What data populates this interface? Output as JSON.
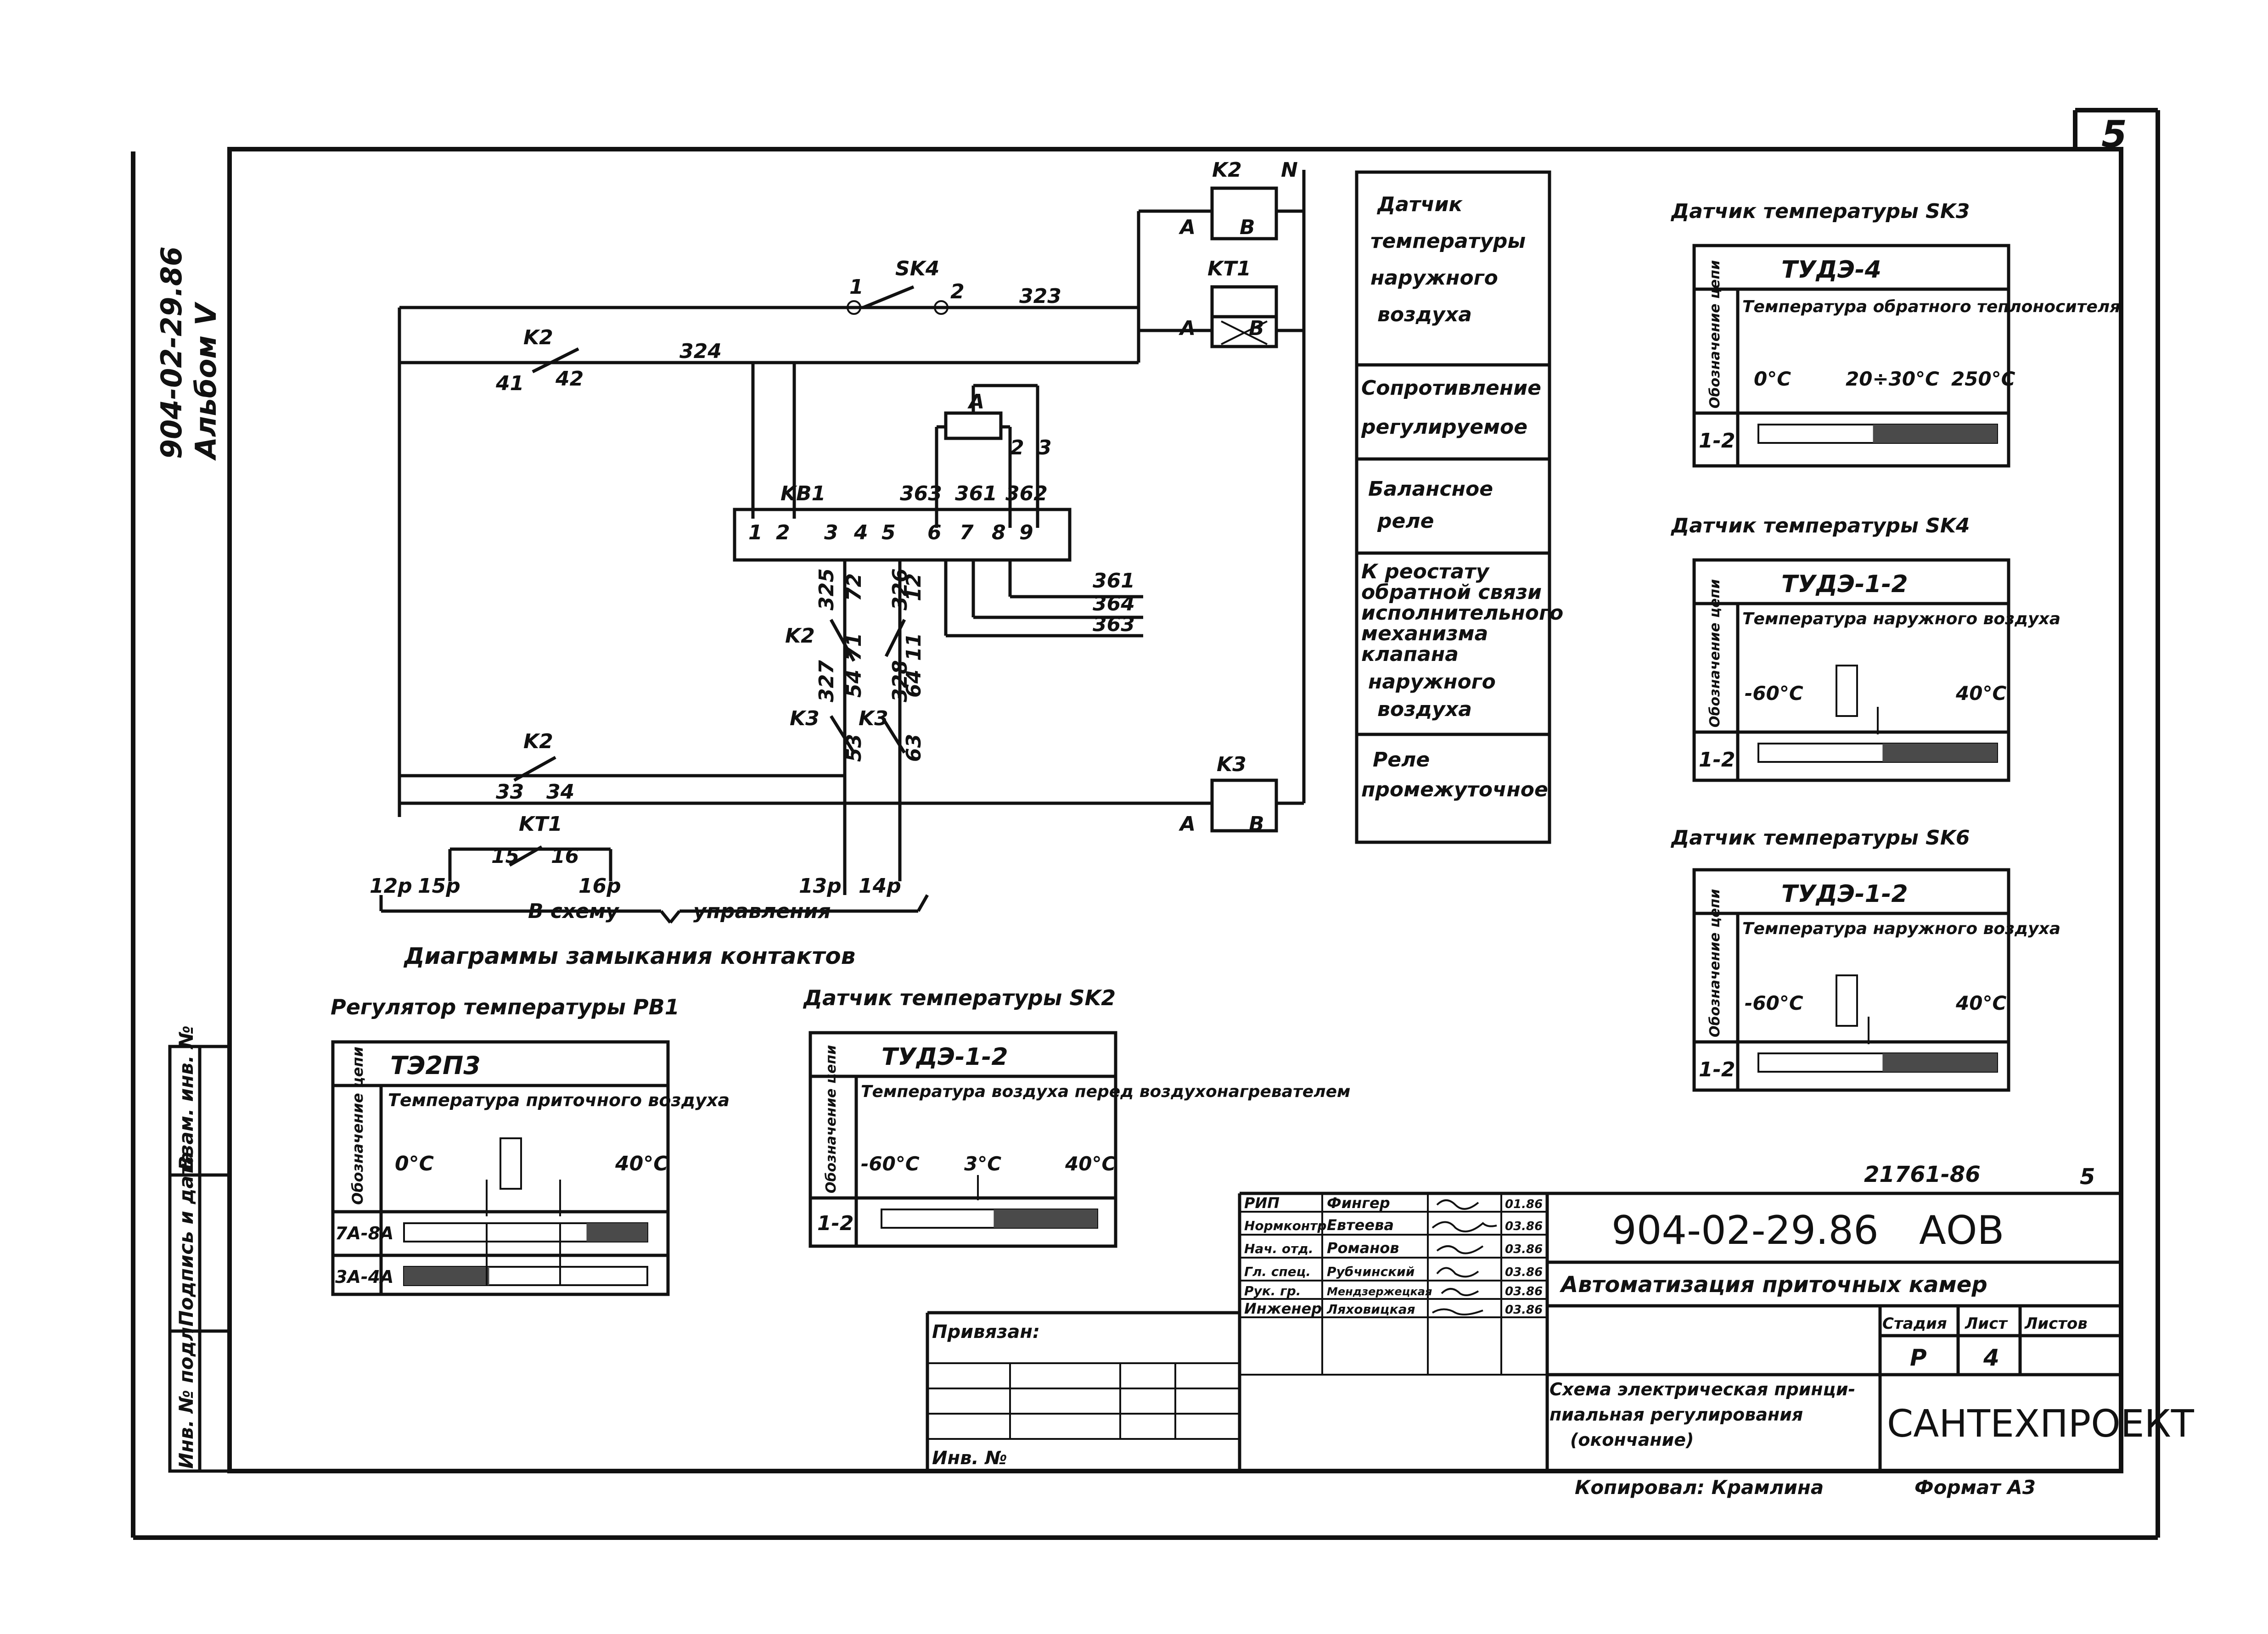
{
  "album": {
    "code": "904-02-29.86",
    "album_label": "Альбом V",
    "sheet_corner_number": "5"
  },
  "schematic": {
    "labels": {
      "K2_top": "K2",
      "N": "N",
      "A1": "A",
      "B1": "B",
      "KT1_top": "KT1",
      "A2": "A",
      "B2": "B",
      "SK4": "SK4",
      "sk4_1": "1",
      "sk4_2": "2",
      "w323": "323",
      "K2_left": "K2",
      "n41": "41",
      "n42": "42",
      "w324": "324",
      "n_A_r": "A",
      "n2": "2",
      "n3": "3",
      "KB1": "KB1",
      "w363a": "363",
      "w361a": "361",
      "w362": "362",
      "t1": "1",
      "t2": "2",
      "t3": "3",
      "t4": "4",
      "t5": "5",
      "t6": "6",
      "t7": "7",
      "t8": "8",
      "t9": "9",
      "w325": "325",
      "w326": "326",
      "n72": "72",
      "n12": "12",
      "K2_mid": "K2",
      "n71": "71",
      "n11": "11",
      "w327": "327",
      "w328": "328",
      "n54": "54",
      "n64": "64",
      "K3_a": "K3",
      "K3_b": "K3",
      "n53": "53",
      "n63": "63",
      "w361b": "361",
      "w364": "364",
      "w363b": "363",
      "K2_low": "K2",
      "n33": "33",
      "n34": "34",
      "K3_coil": "K3",
      "A3": "A",
      "B3": "B",
      "KT1_low": "KT1",
      "n15": "15",
      "n16": "16",
      "p12": "12р",
      "p15": "15р",
      "p16": "16р",
      "p13": "13р",
      "p14": "14р",
      "scheme_note_1": "В схему",
      "scheme_note_2": "управления"
    }
  },
  "legend_rows": [
    {
      "lines": [
        "Датчик",
        "температуры",
        "наружного",
        "воздуха"
      ]
    },
    {
      "lines": [
        "Сопротивление",
        "регулируемое"
      ]
    },
    {
      "lines": [
        "Балансное",
        "реле"
      ]
    },
    {
      "lines": [
        "К реостату",
        "обратной связи",
        "исполнительного",
        "механизма",
        "клапана",
        "наружного",
        "воздуха"
      ]
    },
    {
      "lines": [
        "Реле",
        "промежуточное"
      ]
    }
  ],
  "contact_diagrams_title": "Диаграммы замыкания контактов",
  "diagrams": {
    "pb1": {
      "heading": "Регулятор температуры РВ1",
      "device": "ТЭ2П3",
      "col_header": "Обозначение цепи",
      "param": "Температура приточного воздуха",
      "scale": [
        "0°С",
        "40°С"
      ],
      "rows": [
        {
          "circuit": "7А-8А",
          "closed": [
            0.75,
            1.0
          ]
        },
        {
          "circuit": "3А-4А",
          "closed": [
            0.0,
            0.35
          ]
        }
      ]
    },
    "sk2": {
      "heading": "Датчик температуры SK2",
      "device": "ТУДЭ-1-2",
      "col_header": "Обозначение цепи",
      "param": "Температура воздуха перед воздухонагревателем",
      "scale": [
        "-60°С",
        "3°С",
        "40°С"
      ],
      "rows": [
        {
          "circuit": "1-2",
          "closed": [
            0.52,
            1.0
          ]
        }
      ]
    },
    "sk3": {
      "heading": "Датчик температуры SK3",
      "device": "ТУДЭ-4",
      "col_header": "Обозначение цепи",
      "param": "Температура обратного теплоносителя",
      "scale": [
        "0°С",
        "20÷30°С",
        "250°С"
      ],
      "rows": [
        {
          "circuit": "1-2",
          "closed": [
            0.48,
            1.0
          ]
        }
      ]
    },
    "sk4": {
      "heading": "Датчик температуры SK4",
      "device": "ТУДЭ-1-2",
      "col_header": "Обозначение цепи",
      "param": "Температура наружного воздуха",
      "scale": [
        "-60°С",
        "40°С"
      ],
      "rows": [
        {
          "circuit": "1-2",
          "closed": [
            0.52,
            1.0
          ]
        }
      ]
    },
    "sk6": {
      "heading": "Датчик температуры SK6",
      "device": "ТУДЭ-1-2",
      "col_header": "Обозначение цепи",
      "param": "Температура наружного воздуха",
      "scale": [
        "-60°С",
        "40°С"
      ],
      "rows": [
        {
          "circuit": "1-2",
          "closed": [
            0.52,
            1.0
          ]
        }
      ]
    }
  },
  "side_stamp": {
    "cells": [
      "Инв. № подл.",
      "Подпись и дата",
      "Взам. инв. №"
    ]
  },
  "title_block": {
    "doc_number_small": "21761-86",
    "sheet_small": "5",
    "doc_code": "904-02-29.86",
    "doc_mark": "АОВ",
    "title": "Автоматизация приточных камер",
    "drawing_title": [
      "Схема электрическая принци-",
      "пиальная регулирования",
      "(окончание)"
    ],
    "company": "САНТЕХПРОЕКТ",
    "stage_label": "Стадия",
    "sheet_label": "Лист",
    "sheets_label": "Листов",
    "stage": "Р",
    "sheet": "4",
    "staff": [
      {
        "role": "РИП",
        "name": "Фингер",
        "date": "01.86"
      },
      {
        "role": "Нормконтр.",
        "name": "Евтеева",
        "date": "03.86"
      },
      {
        "role": "Нач. отд.",
        "name": "Романов",
        "date": "03.86"
      },
      {
        "role": "Гл. спец.",
        "name": "Рубчинский",
        "date": "03.86"
      },
      {
        "role": "Рук. гр.",
        "name": "Мендзержецкая",
        "date": "03.86"
      },
      {
        "role": "Инженер",
        "name": "Ляховицкая",
        "date": "03.86"
      }
    ],
    "privyazan": "Привязан:",
    "inv": "Инв. №",
    "copied": "Копировал: Крамлина",
    "format": "Формат А3"
  }
}
